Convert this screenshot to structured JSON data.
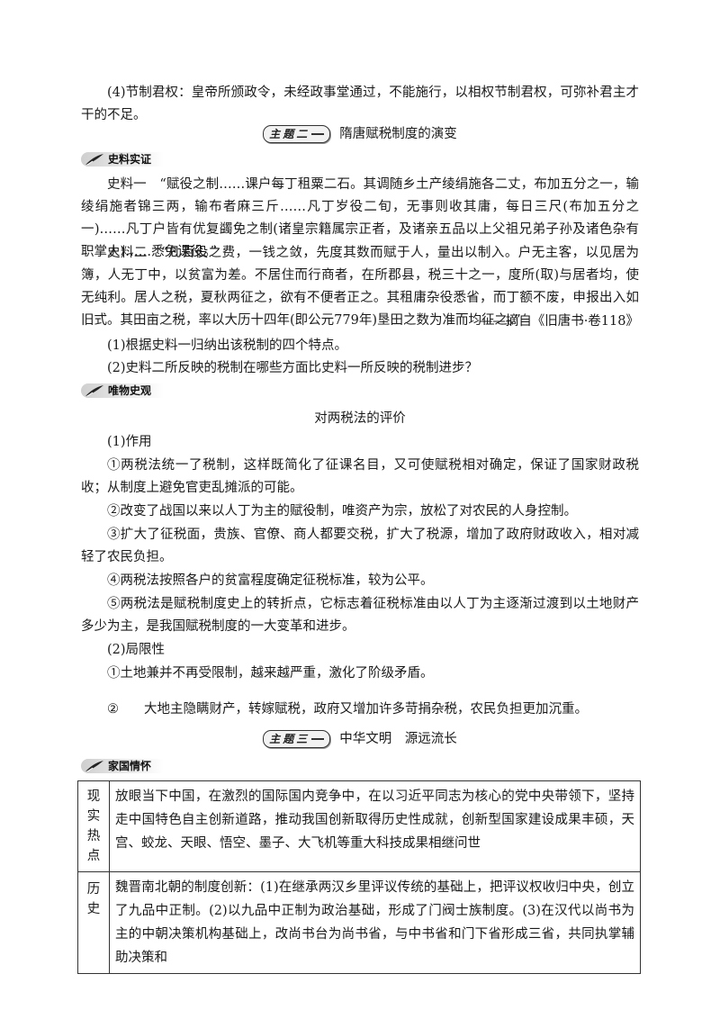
{
  "intro_item": "(4)节制君权：皇帝所颁政令，未经政事堂通过，不能施行，以相权节制君权，可弥补君主才干的不足。",
  "topic2": {
    "badge": "主题二",
    "title": "隋唐赋税制度的演变"
  },
  "section_sources": {
    "tag": "史料实证"
  },
  "source1": "史料一　“赋役之制……课户每丁租粟二石。其调随乡土产绫绢施各二丈，布加五分之一，输绫绢施者锦三两，输布者麻三斤……凡丁岁役二旬，无事则收其庸，每日三尺(布加五分之一)……凡丁户皆有优复蠲免之制(诸皇宗籍属宗正者，及诸亲五品以上父祖兄弟子孙及诸色杂有职掌人)……悉免课役。”",
  "source2": "史料二　“凡百役之费，一钱之敛，先度其数而赋于人，量出以制入。户无主客，以见居为簿，人无丁中，以贫富为差。不居住而行商者，在所郡县，税三十之一，度所(取)与居者均，使无纯利。居人之税，夏秋两征之，欲有不便者正之。其租庸杂役悉省，而丁额不废，申报出入如旧式。其田亩之税，率以大历十四年(即公元779年)垦田之数为准而均征之。”",
  "source2_citation": "——摘自《旧唐书·卷118》",
  "question1": "(1)根据史料一归纳出该税制的四个特点。",
  "question2": "(2)史料二所反映的税制在哪些方面比史料一所反映的税制进步？",
  "section_materialism": {
    "tag": "唯物史观"
  },
  "evaluation": {
    "title": "对两税法的评价",
    "role_heading": "(1)作用",
    "roles": [
      "①两税法统一了税制，这样既简化了征课名目，又可使赋税相对确定，保证了国家财政税收；从制度上避免官吏乱摊派的可能。",
      "②改变了战国以来以人丁为主的赋役制，唯资产为宗，放松了对农民的人身控制。",
      "③扩大了征税面，贵族、官僚、商人都要交税，扩大了税源，增加了政府财政收入，相对减轻了农民负担。",
      "④两税法按照各户的贫富程度确定征税标准，较为公平。",
      "⑤两税法是赋税制度史上的转折点，它标志着征税标准由以人丁为主逐渐过渡到以土地财产多少为主，是我国赋税制度的一大变革和进步。"
    ],
    "limit_heading": "(2)局限性",
    "limit1": "①土地兼并不再受限制，越来越严重，激化了阶级矛盾。",
    "limit2_num": "②",
    "limit2_text": "大地主隐瞒财产，转嫁赋税，政府又增加许多苛捐杂税，农民负担更加沉重。"
  },
  "topic3": {
    "badge": "主题三",
    "title": "中华文明　源远流长"
  },
  "section_patriotism": {
    "tag": "家国情怀"
  },
  "table": {
    "row1_head": "现实热点",
    "row1_body": "放眼当下中国，在激烈的国际国内竞争中，在以习近平同志为核心的党中央带领下，坚持走中国特色自主创新道路，推动我国创新取得历史性成就，创新型国家建设成果丰硕，天宫、蛟龙、天眼、悟空、墨子、大飞机等重大科技成果相继问世",
    "row2_head": "历史",
    "row2_body": "魏晋南北朝的制度创新：(1)在继承两汉乡里评议传统的基础上，把评议权收归中央，创立了九品中正制。(2)以九品中正制为政治基础，形成了门阀士族制度。(3)在汉代以尚书为主的中朝决策机构基础上，改尚书台为尚书省，与中书省和门下省形成三省，共同执掌辅助决策和"
  }
}
